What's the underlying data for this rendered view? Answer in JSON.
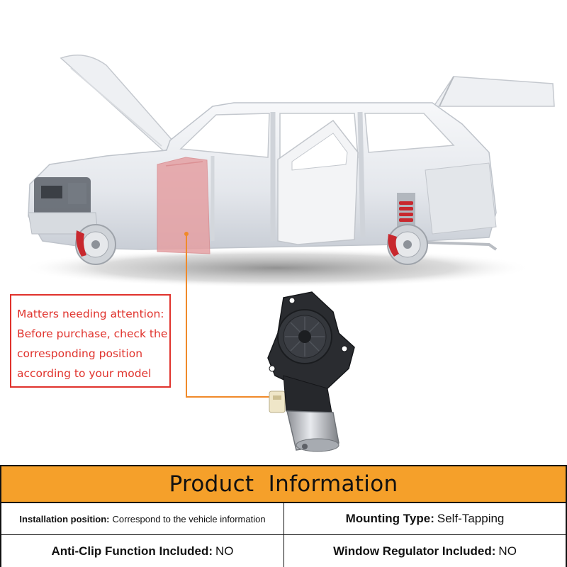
{
  "notice": {
    "lines": [
      "Matters needing attention:",
      "Before purchase, check the",
      "corresponding position",
      "according to your model"
    ]
  },
  "product_info": {
    "title": "Product  Information",
    "rows": [
      [
        {
          "key": "Installation position:",
          "value": "Correspond to the vehicle information"
        },
        {
          "key": "Mounting Type:",
          "value": "Self-Tapping"
        }
      ],
      [
        {
          "key": "Anti-Clip Function Included:",
          "value": "NO"
        },
        {
          "key": "Window Regulator Included:",
          "value": "NO"
        }
      ]
    ]
  },
  "colors": {
    "notice_red": "#e0322c",
    "title_orange": "#f5a02a",
    "highlight_door": "#e5a0a3",
    "leader_orange": "#f08a2a",
    "brake_red": "#c8282e"
  },
  "icons": [
    "car-body-image",
    "window-motor-image"
  ]
}
